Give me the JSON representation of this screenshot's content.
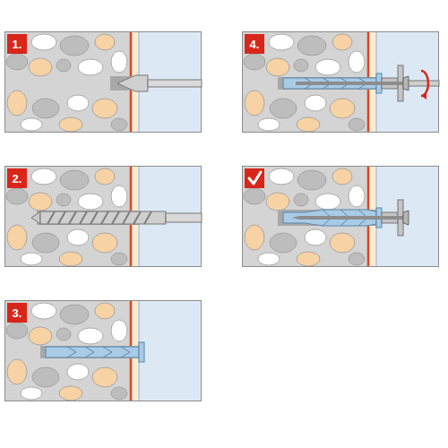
{
  "diagram": {
    "nodes": [
      {
        "text": [
          "1."
        ]
      },
      {
        "text": [
          "4."
        ]
      },
      {
        "text": [
          "2."
        ]
      },
      {
        "text": [
          "3."
        ]
      }
    ]
  }
}
